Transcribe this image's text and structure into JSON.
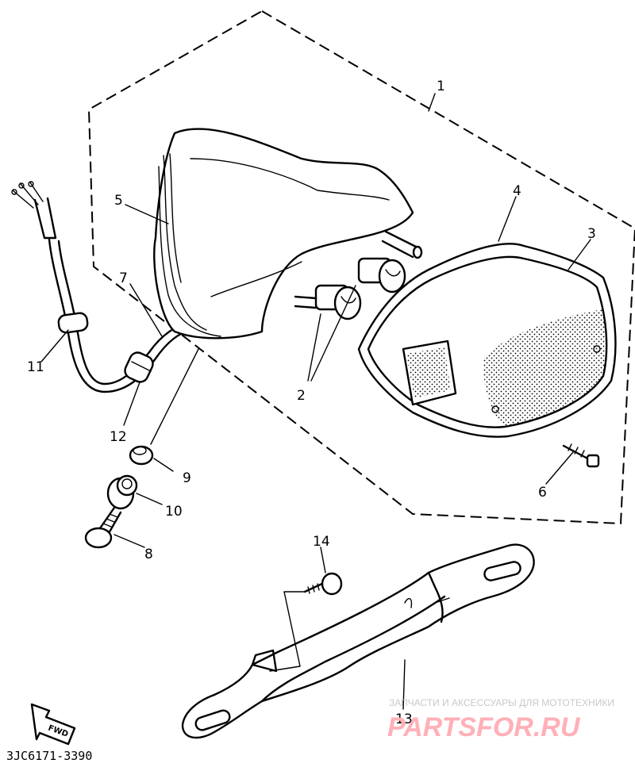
{
  "callouts": {
    "p1": "1",
    "p2": "2",
    "p3": "3",
    "p4": "4",
    "p5": "5",
    "p6": "6",
    "p7": "7",
    "p8": "8",
    "p9": "9",
    "p10": "10",
    "p11": "11",
    "p12": "12",
    "p13": "13",
    "p14": "14"
  },
  "diagram_code": "3JC6171-3390",
  "fwd_label": "FWD",
  "watermark": {
    "tagline": "ЗАПЧАСТИ И АКСЕССУАРЫ ДЛЯ МОТОТЕХНИКИ",
    "brand": "PARTSFOR.RU"
  },
  "colors": {
    "ink": "#000000",
    "watermark_brand": "#ffb0b8",
    "watermark_tagline": "#c9c9c9"
  }
}
